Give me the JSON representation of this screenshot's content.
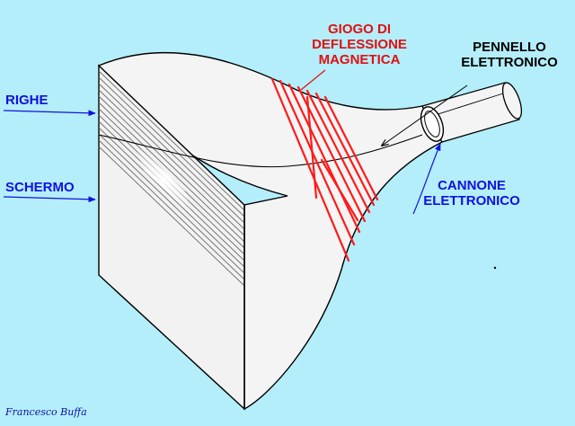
{
  "labels": {
    "righe": "RIGHE",
    "schermo": "SCHERMO",
    "giogo_line1": "GIOGO DI",
    "giogo_line2": "DEFLESSIONE",
    "giogo_line3": "MAGNETICA",
    "pennello_line1": "PENNELLO",
    "pennello_line2": "ELETTRONICO",
    "cannone_line1": "CANNONE",
    "cannone_line2": "ELETTRONICO"
  },
  "credit": "Francesco Buffa",
  "colors": {
    "background": "#b4eefa",
    "screen_front": "#f2f2f2",
    "outline": "#000000",
    "label_blue": "#1010e0",
    "yoke_red": "#ff1a1a"
  }
}
